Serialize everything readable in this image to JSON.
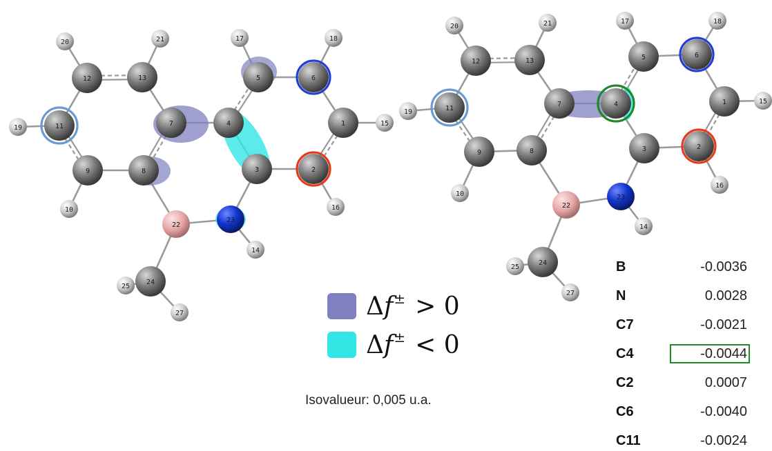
{
  "colors": {
    "positive": "#8080c0",
    "negative": "#33e6e6",
    "carbon": "#808080",
    "hydrogen": "#dddddd",
    "boron": "#f0b4b4",
    "nitrogen": "#1030d8",
    "ring_light_blue": "#6a9bd0",
    "ring_blue": "#1f3fd6",
    "ring_red": "#e43b1b",
    "ring_green": "#1f8a26"
  },
  "molecules": {
    "left": {
      "atoms": [
        "1",
        "2",
        "3",
        "4",
        "5",
        "6",
        "7",
        "8",
        "9",
        "10",
        "11",
        "12",
        "13",
        "14",
        "15",
        "16",
        "17",
        "18",
        "19",
        "20",
        "21",
        "22",
        "23",
        "24",
        "25",
        "27"
      ]
    },
    "right": {
      "atoms": [
        "1",
        "2",
        "3",
        "4",
        "5",
        "6",
        "7",
        "8",
        "9",
        "10",
        "11",
        "12",
        "13",
        "14",
        "15",
        "16",
        "17",
        "18",
        "19",
        "20",
        "21",
        "22",
        "23",
        "24",
        "25",
        "27"
      ]
    }
  },
  "legend": {
    "positive": {
      "symbol": "Δ",
      "f": "f",
      "sup": "±",
      "rel": "> 0"
    },
    "negative": {
      "symbol": "Δ",
      "f": "f",
      "sup": "±",
      "rel": "< 0"
    }
  },
  "isovalue": "Isovalueur: 0,005 u.a.",
  "table": [
    {
      "label": "B",
      "value": "-0.0036"
    },
    {
      "label": "N",
      "value": "0.0028"
    },
    {
      "label": "C7",
      "value": "-0.0021"
    },
    {
      "label": "C4",
      "value": "-0.0044",
      "highlight": true
    },
    {
      "label": "C2",
      "value": "0.0007"
    },
    {
      "label": "C6",
      "value": "-0.0040"
    },
    {
      "label": "C11",
      "value": "-0.0024"
    }
  ]
}
